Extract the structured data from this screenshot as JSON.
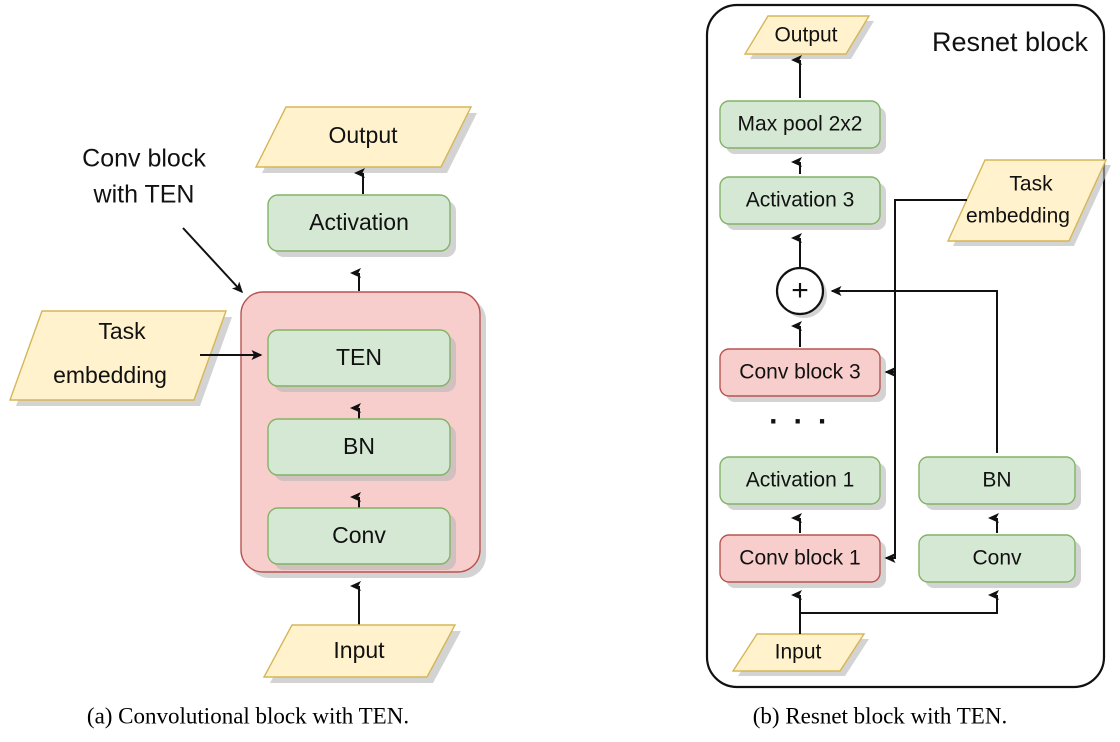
{
  "figure": {
    "colors": {
      "green_fill": "#d5e8d4",
      "green_stroke": "#82b366",
      "pink_fill": "#f8cecc",
      "pink_stroke": "#b85450",
      "yellow_fill": "#fff2cc",
      "yellow_stroke": "#d6b656",
      "line": "#111111",
      "shadow": "#b8b8b8"
    }
  },
  "panel_a": {
    "caption": "(a) Convolutional block with TEN.",
    "annotation": {
      "line1": "Conv block",
      "line2": "with TEN"
    },
    "output_node": "Output",
    "activation_node": "Activation",
    "container_label": "Conv block with TEN",
    "inner_nodes": [
      {
        "label": "TEN"
      },
      {
        "label": "BN"
      },
      {
        "label": "Conv"
      }
    ],
    "task_embedding": {
      "line1": "Task",
      "line2": "embedding"
    },
    "input_node": "Input"
  },
  "panel_b": {
    "caption": "(b) Resnet block with TEN.",
    "title": "Resnet block",
    "output_node": "Output",
    "main_nodes": [
      {
        "label": "Max pool 2x2",
        "kind": "green"
      },
      {
        "label": "Activation 3",
        "kind": "green"
      },
      {
        "label": "Conv block 3",
        "kind": "pink"
      },
      {
        "label": "Activation 1",
        "kind": "green"
      },
      {
        "label": "Conv block 1",
        "kind": "pink"
      }
    ],
    "skip_nodes": [
      {
        "label": "BN",
        "kind": "green"
      },
      {
        "label": "Conv",
        "kind": "green"
      }
    ],
    "ellipsis": "· · ·",
    "sum_symbol": "+",
    "task_embedding": {
      "line1": "Task",
      "line2": "embedding"
    },
    "input_node": "Input"
  }
}
